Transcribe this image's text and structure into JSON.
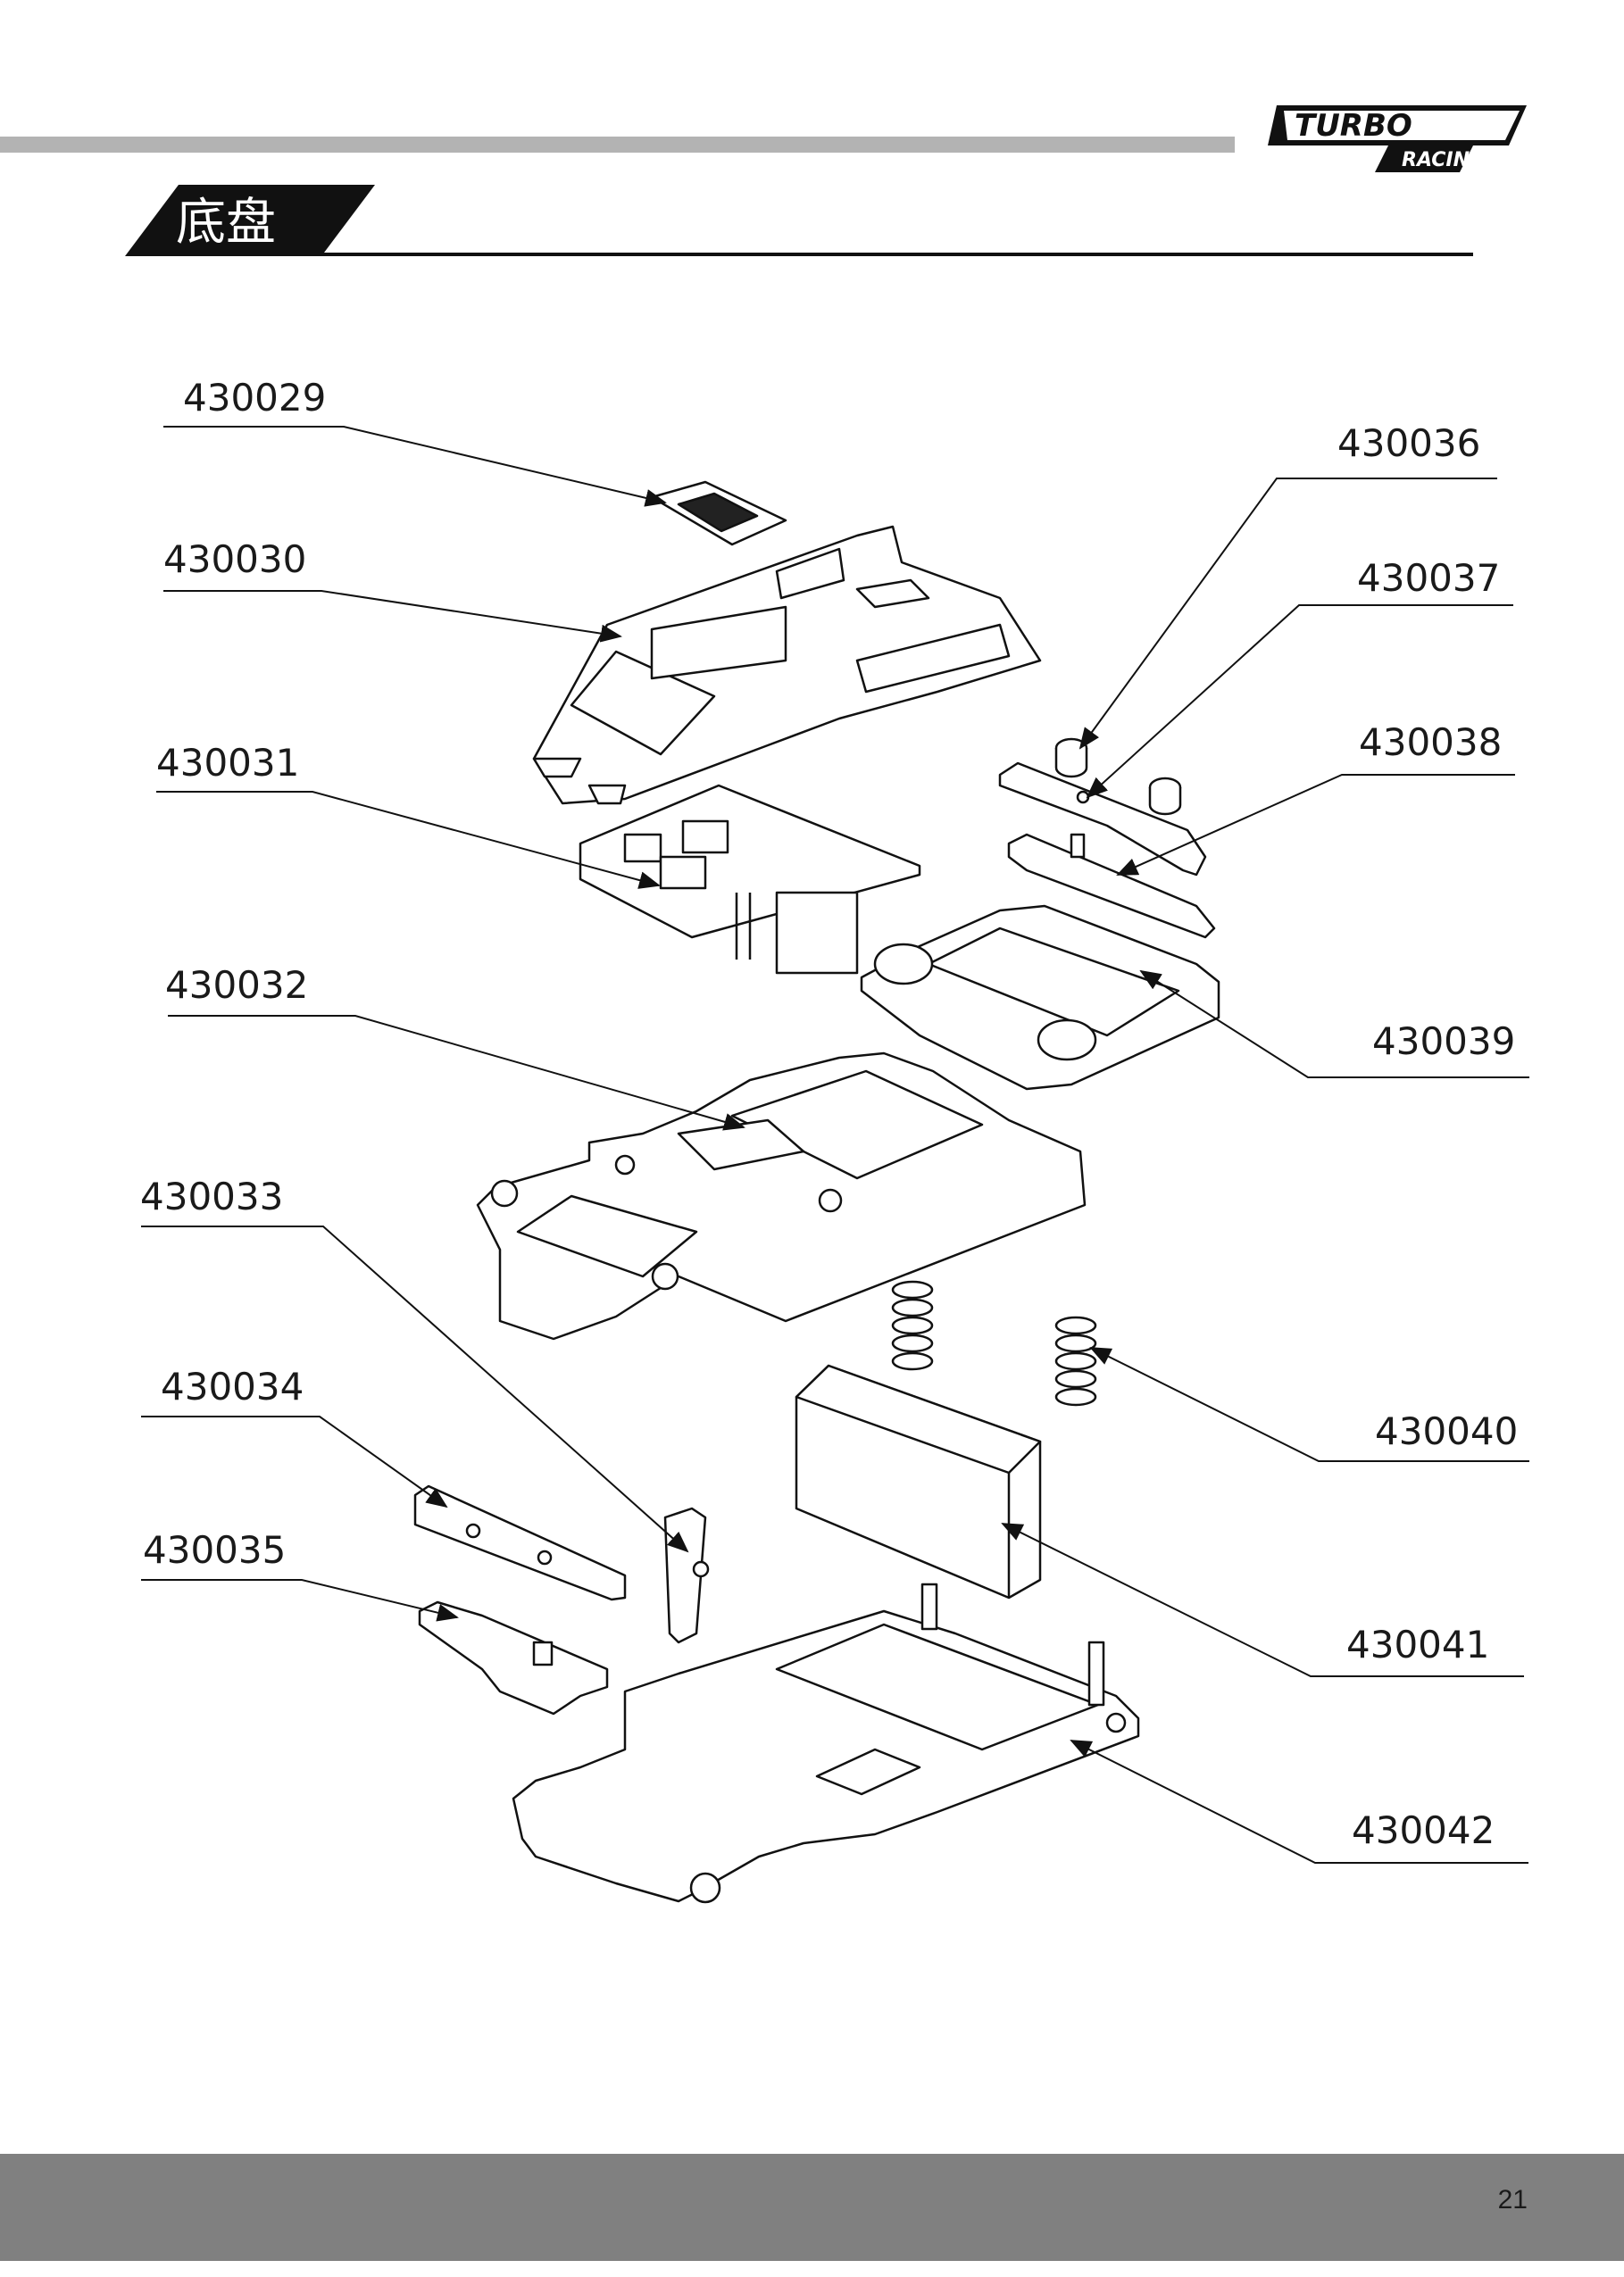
{
  "header": {
    "brand_top": "TURBO",
    "brand_bottom": "RACING",
    "section_title": "底盘"
  },
  "parts": [
    {
      "id": "p29",
      "number": "430029"
    },
    {
      "id": "p30",
      "number": "430030"
    },
    {
      "id": "p31",
      "number": "430031"
    },
    {
      "id": "p32",
      "number": "430032"
    },
    {
      "id": "p33",
      "number": "430033"
    },
    {
      "id": "p34",
      "number": "430034"
    },
    {
      "id": "p35",
      "number": "430035"
    },
    {
      "id": "p36",
      "number": "430036"
    },
    {
      "id": "p37",
      "number": "430037"
    },
    {
      "id": "p38",
      "number": "430038"
    },
    {
      "id": "p39",
      "number": "430039"
    },
    {
      "id": "p40",
      "number": "430040"
    },
    {
      "id": "p41",
      "number": "430041"
    },
    {
      "id": "p42",
      "number": "430042"
    }
  ],
  "footer": {
    "page_number": "21"
  }
}
